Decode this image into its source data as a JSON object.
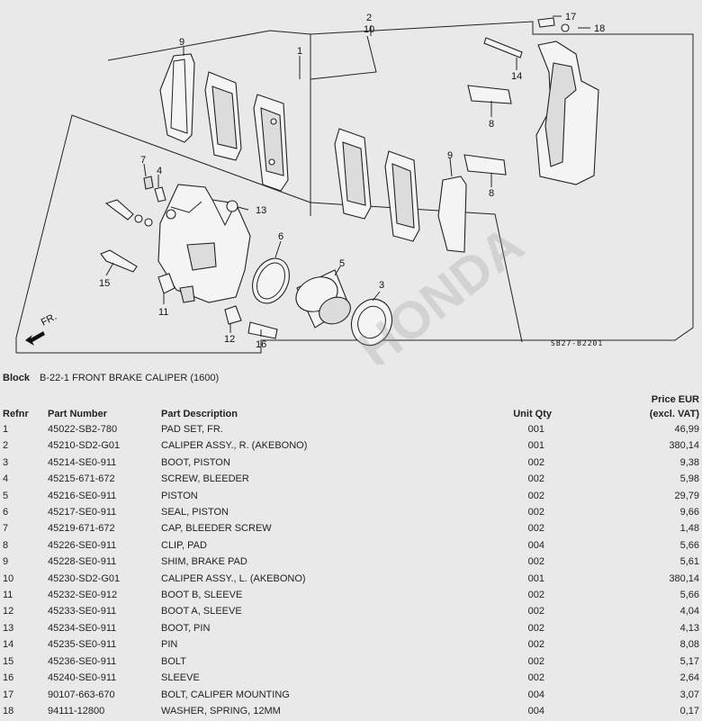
{
  "diagram": {
    "callouts": [
      "1",
      "2",
      "10",
      "3",
      "4",
      "5",
      "6",
      "7",
      "8",
      "8",
      "9",
      "9",
      "11",
      "12",
      "13",
      "14",
      "15",
      "16",
      "17",
      "18"
    ],
    "code": "SB27-B2201",
    "direction": "FR."
  },
  "block": {
    "label": "Block",
    "title": "B-22-1 FRONT BRAKE CALIPER (1600)"
  },
  "table": {
    "headers": {
      "refnr": "Refnr",
      "part_number": "Part Number",
      "part_description": "Part Description",
      "unit_qty": "Unit Qty",
      "price_line1": "Price EUR",
      "price_line2": "(excl. VAT)"
    },
    "rows": [
      {
        "ref": "1",
        "num": "45022-SB2-780",
        "desc": "PAD SET, FR.",
        "qty": "001",
        "price": "46,99"
      },
      {
        "ref": "2",
        "num": "45210-SD2-G01",
        "desc": "CALIPER ASSY., R. (AKEBONO)",
        "qty": "001",
        "price": "380,14"
      },
      {
        "ref": "3",
        "num": "45214-SE0-911",
        "desc": "BOOT, PISTON",
        "qty": "002",
        "price": "9,38"
      },
      {
        "ref": "4",
        "num": "45215-671-672",
        "desc": "SCREW, BLEEDER",
        "qty": "002",
        "price": "5,98"
      },
      {
        "ref": "5",
        "num": "45216-SE0-911",
        "desc": "PISTON",
        "qty": "002",
        "price": "29,79"
      },
      {
        "ref": "6",
        "num": "45217-SE0-911",
        "desc": "SEAL, PISTON",
        "qty": "002",
        "price": "9,66"
      },
      {
        "ref": "7",
        "num": "45219-671-672",
        "desc": "CAP, BLEEDER SCREW",
        "qty": "002",
        "price": "1,48"
      },
      {
        "ref": "8",
        "num": "45226-SE0-911",
        "desc": "CLIP, PAD",
        "qty": "004",
        "price": "5,66"
      },
      {
        "ref": "9",
        "num": "45228-SE0-911",
        "desc": "SHIM, BRAKE PAD",
        "qty": "002",
        "price": "5,61"
      },
      {
        "ref": "10",
        "num": "45230-SD2-G01",
        "desc": "CALIPER ASSY., L. (AKEBONO)",
        "qty": "001",
        "price": "380,14"
      },
      {
        "ref": "11",
        "num": "45232-SE0-912",
        "desc": "BOOT B, SLEEVE",
        "qty": "002",
        "price": "5,66"
      },
      {
        "ref": "12",
        "num": "45233-SE0-911",
        "desc": "BOOT A, SLEEVE",
        "qty": "002",
        "price": "4,04"
      },
      {
        "ref": "13",
        "num": "45234-SE0-911",
        "desc": "BOOT, PIN",
        "qty": "002",
        "price": "4,13"
      },
      {
        "ref": "14",
        "num": "45235-SE0-911",
        "desc": "PIN",
        "qty": "002",
        "price": "8,08"
      },
      {
        "ref": "15",
        "num": "45236-SE0-911",
        "desc": "BOLT",
        "qty": "002",
        "price": "5,17"
      },
      {
        "ref": "16",
        "num": "45240-SE0-911",
        "desc": "SLEEVE",
        "qty": "002",
        "price": "2,64"
      },
      {
        "ref": "17",
        "num": "90107-663-670",
        "desc": "BOLT, CALIPER MOUNTING",
        "qty": "004",
        "price": "3,07"
      },
      {
        "ref": "18",
        "num": "94111-12800",
        "desc": "WASHER, SPRING, 12MM",
        "qty": "004",
        "price": "0,17"
      }
    ]
  }
}
